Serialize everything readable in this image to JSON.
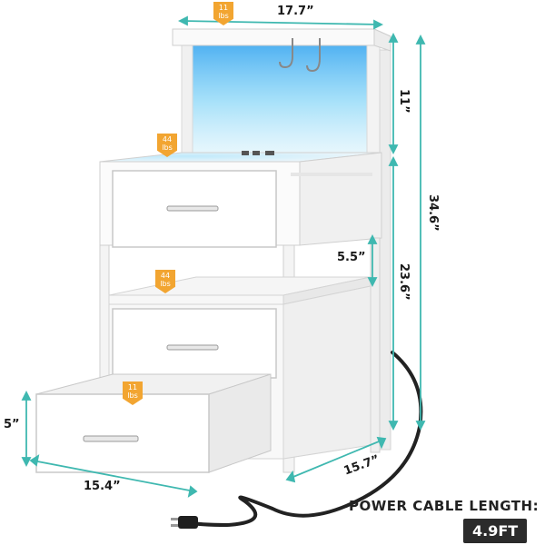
{
  "dimensions": {
    "top_width": "17.7”",
    "hutch_height": "11”",
    "total_height": "34.6”",
    "base_height": "23.6”",
    "shelf_gap": "5.5”",
    "drawer_depth": "5”",
    "width": "15.4”",
    "depth": "15.7”"
  },
  "load_badges": [
    {
      "value": "11",
      "unit": "lbs"
    },
    {
      "value": "44",
      "unit": "lbs"
    },
    {
      "value": "44",
      "unit": "lbs"
    },
    {
      "value": "11",
      "unit": "lbs"
    }
  ],
  "power_cable": {
    "label": "POWER CABLE LENGTH:",
    "value": "4.9FT"
  },
  "colors": {
    "dimension_line": "#3fb8b0",
    "badge": "#f2a531",
    "led_glow": "#7fd3f7",
    "furniture": "#f7f7f7"
  }
}
